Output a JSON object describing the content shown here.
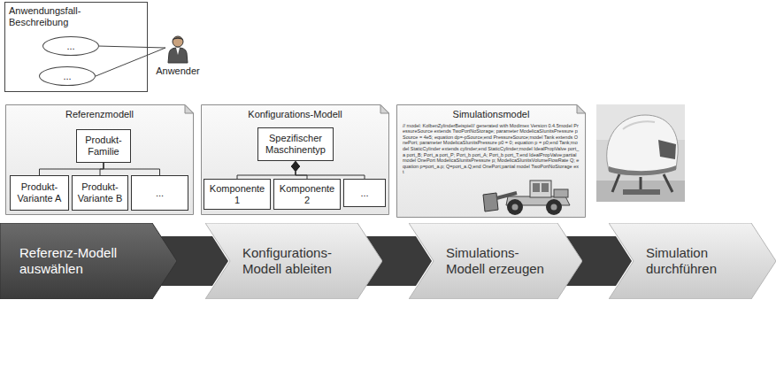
{
  "diagram": {
    "nodes": [
      {
        "text": [
          "Anwendungsfall-Beschreibung"
        ]
      },
      {
        "text": [
          "..."
        ],
        "in": 0
      },
      {
        "text": [
          "..."
        ],
        "in": 0
      },
      {
        "text": [
          "Anwender"
        ]
      },
      {
        "text": [
          "Referenzmodell"
        ]
      },
      {
        "text": [
          "Produkt-Familie"
        ],
        "in": 4
      },
      {
        "text": [
          "Produkt-Variante A"
        ],
        "in": 4
      },
      {
        "text": [
          "Produkt-Variante B"
        ],
        "in": 4
      },
      {
        "text": [
          "..."
        ],
        "in": 4
      },
      {
        "text": [
          "Konfigurations-Modell"
        ]
      },
      {
        "text": [
          "Spezifischer Maschinentyp"
        ],
        "in": 9
      },
      {
        "text": [
          "Komponente 1"
        ],
        "in": 9
      },
      {
        "text": [
          "Komponente 2"
        ],
        "in": 9
      },
      {
        "text": [
          "..."
        ],
        "in": 9
      },
      {
        "text": [
          "Simulationsmodel",
          "// model: KolbenZylinderBeispiel// generated with Modimex Version 0.4.5model PressureSource extends TwoPortNoStorage; parameter ModelicaSIunitsPressure pSource = 4e5; equation dp=-pSource;end PressureSource;model Tank extends OnePort; parameter ModelicaSIunitsPressure p0 = 0; equation p = p0;end Tank;model StaticCylinder extends cylinder;end StaticCylinder;model IdealPropValve port_a port_B; Port_a port_P; Port_b port_A; Port_b port_T;end IdealPropValve;partial model OnePort ModelicaSIunitsPressure p; ModelicaSIunitsVolumeFlowRate Q; equation p=port_a.p; Q=port_a.Q;end OnePort;partial model TwoPortNoStorage ext"
        ]
      },
      {
        "text": [
          "Referenz-Modell auswählen"
        ]
      },
      {
        "text": [
          "Konfigurations-Modell ableiten"
        ]
      },
      {
        "text": [
          "Simulations-Modell erzeugen"
        ]
      },
      {
        "text": [
          "Simulation durchführen"
        ]
      }
    ],
    "edges": [
      {
        "from": 3,
        "to": 1,
        "arrow": "none"
      },
      {
        "from": 3,
        "to": 2,
        "arrow": "none"
      },
      {
        "from": 5,
        "to": 6,
        "arrow": "none"
      },
      {
        "from": 5,
        "to": 7,
        "arrow": "none"
      },
      {
        "from": 5,
        "to": 8,
        "arrow": "none"
      },
      {
        "from": 11,
        "to": 10,
        "arrow": "to"
      },
      {
        "from": 12,
        "to": 10,
        "arrow": "to"
      },
      {
        "from": 13,
        "to": 10,
        "arrow": "to"
      },
      {
        "from": 15,
        "to": 16,
        "arrow": "to"
      },
      {
        "from": 16,
        "to": 17,
        "arrow": "to"
      },
      {
        "from": 17,
        "to": 18,
        "arrow": "to"
      }
    ]
  }
}
